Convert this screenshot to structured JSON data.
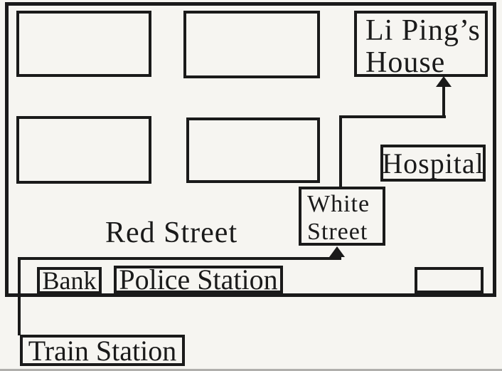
{
  "colors": {
    "paper": "#f6f5f1",
    "ink": "#1a1a1a",
    "scan_shadow": "#b0afac"
  },
  "labels": {
    "liping_house_line1": "Li Ping’s",
    "liping_house_line2": "House",
    "hospital": "Hospital",
    "white_street_line1": "White",
    "white_street_line2": "Street",
    "red_street": "Red Street",
    "bank": "Bank",
    "police_station": "Police Station",
    "train_station": "Train Station"
  },
  "diagram": {
    "type": "hand-drawn street map",
    "unlabeled_building_blocks": 5,
    "route_arrows": [
      "up from Train Station to the street with Bank and Police Station",
      "right along Red Street with arrow pointing up into White Street box",
      "up from White Street then right and up with arrow pointing into Li Ping's House"
    ]
  }
}
